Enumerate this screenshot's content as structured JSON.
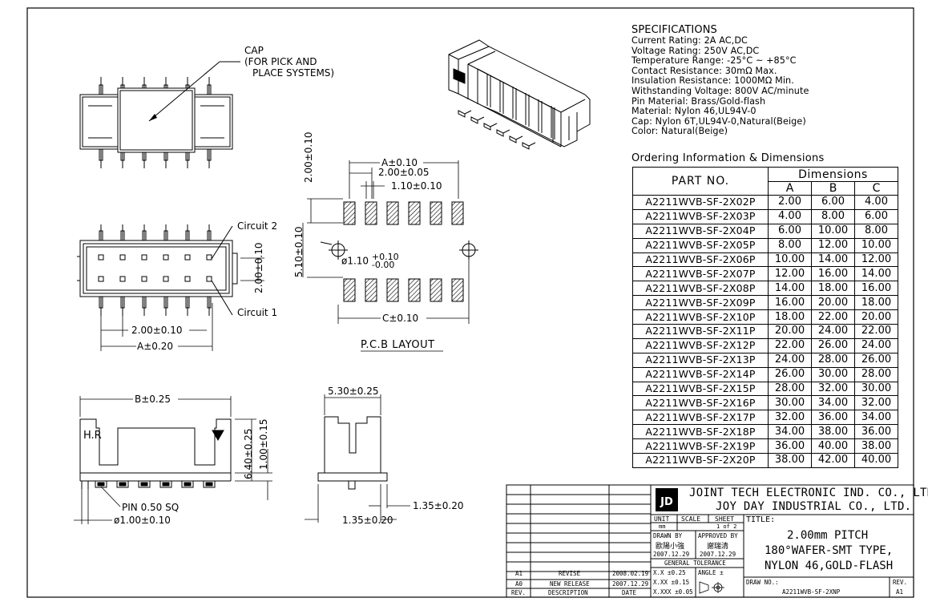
{
  "specifications": {
    "heading": "SPECIFICATIONS",
    "lines": [
      "Current Rating: 2A AC,DC",
      "Voltage Rating: 250V AC,DC",
      "Temperature Range: -25°C ~ +85°C",
      "Contact Resistance: 30mΩ Max.",
      "Insulation Resistance: 1000MΩ Min.",
      "Withstanding Voltage: 800V AC/minute",
      "Pin Material: Brass/Gold-flash",
      "Material: Nylon 46,UL94V-0",
      "Cap: Nylon 6T,UL94V-0,Natural(Beige)",
      "Color: Natural(Beige)"
    ]
  },
  "ordering": {
    "title": "Ordering Information & Dimensions",
    "part_no_header": "PART NO.",
    "dimensions_header": "Dimensions",
    "col_a": "A",
    "col_b": "B",
    "col_c": "C",
    "rows": [
      [
        "A2211WVB-SF-2X02P",
        "2.00",
        "6.00",
        "4.00"
      ],
      [
        "A2211WVB-SF-2X03P",
        "4.00",
        "8.00",
        "6.00"
      ],
      [
        "A2211WVB-SF-2X04P",
        "6.00",
        "10.00",
        "8.00"
      ],
      [
        "A2211WVB-SF-2X05P",
        "8.00",
        "12.00",
        "10.00"
      ],
      [
        "A2211WVB-SF-2X06P",
        "10.00",
        "14.00",
        "12.00"
      ],
      [
        "A2211WVB-SF-2X07P",
        "12.00",
        "16.00",
        "14.00"
      ],
      [
        "A2211WVB-SF-2X08P",
        "14.00",
        "18.00",
        "16.00"
      ],
      [
        "A2211WVB-SF-2X09P",
        "16.00",
        "20.00",
        "18.00"
      ],
      [
        "A2211WVB-SF-2X10P",
        "18.00",
        "22.00",
        "20.00"
      ],
      [
        "A2211WVB-SF-2X11P",
        "20.00",
        "24.00",
        "22.00"
      ],
      [
        "A2211WVB-SF-2X12P",
        "22.00",
        "26.00",
        "24.00"
      ],
      [
        "A2211WVB-SF-2X13P",
        "24.00",
        "28.00",
        "26.00"
      ],
      [
        "A2211WVB-SF-2X14P",
        "26.00",
        "30.00",
        "28.00"
      ],
      [
        "A2211WVB-SF-2X15P",
        "28.00",
        "32.00",
        "30.00"
      ],
      [
        "A2211WVB-SF-2X16P",
        "30.00",
        "34.00",
        "32.00"
      ],
      [
        "A2211WVB-SF-2X17P",
        "32.00",
        "36.00",
        "34.00"
      ],
      [
        "A2211WVB-SF-2X18P",
        "34.00",
        "38.00",
        "36.00"
      ],
      [
        "A2211WVB-SF-2X19P",
        "36.00",
        "40.00",
        "38.00"
      ],
      [
        "A2211WVB-SF-2X20P",
        "38.00",
        "42.00",
        "40.00"
      ]
    ]
  },
  "labels": {
    "cap_line1": "CAP",
    "cap_line2": "(FOR PICK AND",
    "cap_line3": "PLACE SYSTEMS)",
    "circuit2": "Circuit 2",
    "circuit1": "Circuit 1",
    "dim_200_010_side": "2.00±0.10",
    "dim_200_010_bottom": "2.00±0.10",
    "dim_a_020": "A±0.20",
    "pcb_a_010": "A±0.10",
    "pcb_200_005": "2.00±0.05",
    "pcb_110_010": "1.10±0.10",
    "pcb_200_010_vert": "2.00±0.10",
    "pcb_510_010_vert": "5.10±0.10",
    "pcb_hole": "ø1.10",
    "pcb_hole_plus": "+0.10",
    "pcb_hole_minus": "-0.00",
    "pcb_c_010": "C±0.10",
    "pcb_layout": "P.C.B LAYOUT",
    "side_b_025": "B±0.25",
    "side_hr": "H.R",
    "side_640_025": "6.40±0.25",
    "side_100_015": "1.00±0.15",
    "pin_sq": "PIN 0.50 SQ",
    "pin_dia": "ø1.00±0.10",
    "end_530_025": "5.30±0.25",
    "end_135_020_a": "1.35±0.20",
    "end_135_020_b": "1.35±0.20"
  },
  "title_block": {
    "company1": "JOINT TECH ELECTRONIC IND. CO., LTD.",
    "company2": "JOY DAY INDUSTRIAL CO., LTD.",
    "unit_label": "UNIT",
    "unit_value": "mm",
    "scale_label": "SCALE",
    "sheet_label": "SHEET",
    "sheet_value": "1 of 2",
    "title_label": "TITLE:",
    "title_line1": "2.00mm PITCH",
    "title_line2": "180°WAFER-SMT TYPE,",
    "title_line3": "NYLON 46,GOLD-FLASH",
    "drawn_by_label": "DRAWN BY",
    "drawn_by_name": "歐陽小強",
    "drawn_date": "2007.12.29",
    "approved_by_label": "APPROVED BY",
    "approved_by_name": "謝瑞清",
    "approved_date": "2007.12.29",
    "general_tolerance": "GENERAL TOLERANCE",
    "tol1": "X.X ±0.25",
    "tol2": "X.XX ±0.15",
    "tol3": "X.XXX ±0.05",
    "angle_label": "ANGLE ±",
    "drawing_no_label": "DRAW NO.:",
    "drawing_no": "A2211WVB-SF-2XNP",
    "rev_label": "REV.",
    "rev_value": "A1",
    "revisions": [
      {
        "rev": "A1",
        "desc": "REVISE",
        "date": "2008.02.19"
      },
      {
        "rev": "A0",
        "desc": "NEW RELEASE",
        "date": "2007.12.29"
      }
    ],
    "rev_col": "REV.",
    "desc_col": "DESCRIPTION",
    "date_col": "DATE"
  }
}
